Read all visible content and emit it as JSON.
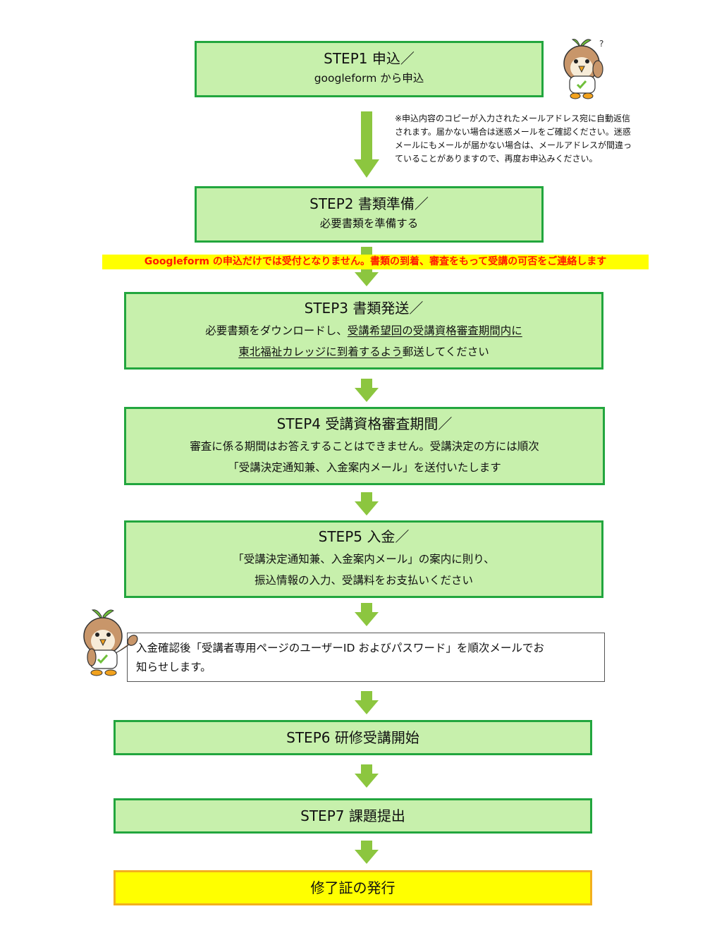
{
  "steps": {
    "step1": {
      "title": "STEP1  申込／",
      "line1": "googleform から申込"
    },
    "step2": {
      "title": "STEP2  書類準備／",
      "line1": "必要書類を準備する"
    },
    "step3": {
      "title": "STEP3  書類発送／",
      "line1_a": "必要書類をダウンロードし、",
      "line1_b": "受講希望回の受講資格審査期間内に",
      "line2_a": "東北福祉カレッジに到着するよう",
      "line2_b": "郵送してください"
    },
    "step4": {
      "title": "STEP4  受講資格審査期間／",
      "line1": "審査に係る期間はお答えすることはできません。受講決定の方には順次",
      "line2": "「受講決定通知兼、入金案内メール」を送付いたします"
    },
    "step5": {
      "title": "STEP5  入金／",
      "line1": "「受講決定通知兼、入金案内メール」の案内に則り、",
      "line2": "振込情報の入力、受講料をお支払いください"
    },
    "step6": {
      "title": "STEP6  研修受講開始"
    },
    "step7": {
      "title": "STEP7  課題提出"
    },
    "final": {
      "title": "修了証の発行"
    }
  },
  "note": {
    "line1": "※申込内容のコピーが入力されたメールアドレス宛に自動返信",
    "line2": "されます。届かない場合は迷惑メールをご確認ください。迷惑",
    "line3": "メールにもメールが届かない場合は、メールアドレスが間違っ",
    "line4": "ていることがありますので、再度お申込みください。"
  },
  "warning": "Googleform の申込だけでは受付となりません。書類の到着、審査をもって受講の可否をご連絡します",
  "message": {
    "line1": "入金確認後「受講者専用ページのユーザーID およびパスワード」を順次メールでお",
    "line2": "知らせします。"
  },
  "mascot_top_mark": "?",
  "colors": {
    "box_fill": "#c7f0ac",
    "box_border": "#22a63e",
    "arrow": "#8cc63f",
    "final_fill": "#ffff00",
    "final_border": "#f3b01e",
    "warning_text": "#ff1a00"
  }
}
